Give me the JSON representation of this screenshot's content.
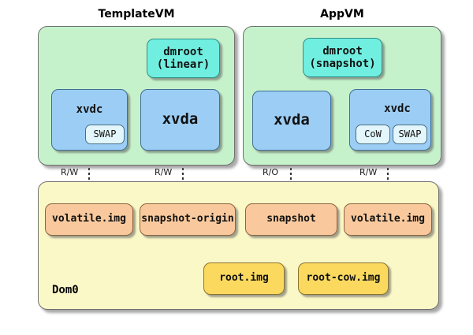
{
  "diagram": {
    "title_template_vm": "TemplateVM",
    "title_app_vm": "AppVM",
    "dom0_label": "Dom0"
  },
  "template_vm": {
    "dmroot": {
      "line1": "dmroot",
      "line2": "(linear)"
    },
    "xvdc": {
      "label": "xvdc",
      "swap": "SWAP"
    },
    "xvda": {
      "label": "xvda"
    }
  },
  "app_vm": {
    "dmroot": {
      "line1": "dmroot",
      "line2": "(snapshot)"
    },
    "xvda": {
      "label": "xvda"
    },
    "xvdc": {
      "label": "xvdc",
      "cow": "CoW",
      "swap": "SWAP"
    }
  },
  "dom0": {
    "template_volatile": "volatile.img",
    "snapshot_origin": "snapshot-origin",
    "snapshot": "snapshot",
    "app_volatile": "volatile.img",
    "root_img": "root.img",
    "root_cow_img": "root-cow.img"
  },
  "edge_labels": {
    "template_xvdc_rw": "R/W",
    "template_xvda_rw": "R/W",
    "app_xvda_ro": "R/O",
    "app_xvdc_rw": "R/W"
  },
  "colors": {
    "vm_container": "#c6f2cb",
    "dom0_container": "#fbf8c8",
    "block_device": "#9ccdf5",
    "device_mapper": "#70efe1",
    "image_file": "#f9c99d",
    "root_file": "#fbd95f",
    "inner_sub_box": "#e2f6fb",
    "background": "#ffffff"
  }
}
